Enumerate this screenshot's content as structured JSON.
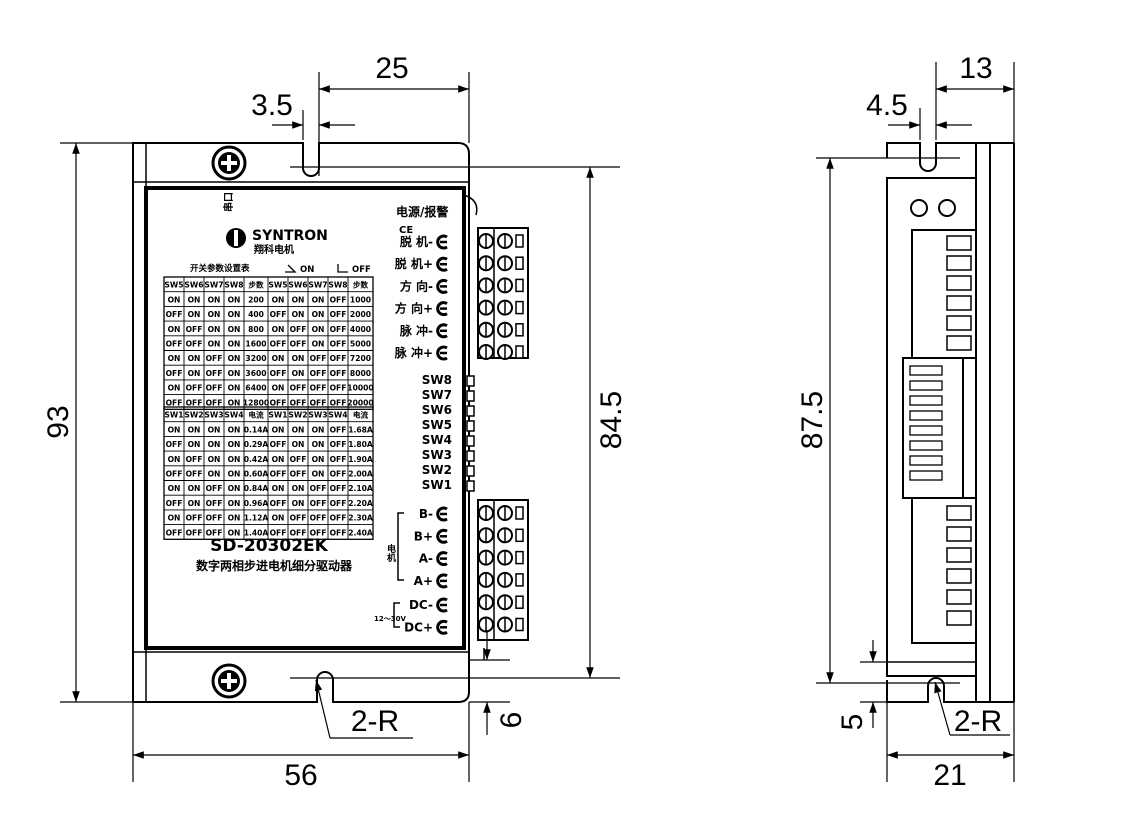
{
  "dimensions": {
    "width_front": "56",
    "slot_offset": "25",
    "slot_width": "3.5",
    "height_total": "93",
    "hole_spacing": "84.5",
    "radius_front": "2-R",
    "flange_front": "6",
    "side_depth": "13",
    "side_slot": "4.5",
    "side_hole_spacing": "87.5",
    "side_offset": "5",
    "radius_side": "2-R",
    "side_width": "21"
  },
  "label": {
    "port_name": "串口",
    "brand": "SYNTRON",
    "brand_sub": "翔科电机",
    "power_alarm": "电源/报警",
    "ce": "CE",
    "model": "SD-20302EK",
    "description": "数字两相步进电机细分驱动器",
    "motor_group": "电机",
    "supply_range": "12～30V",
    "control_terminals": [
      "脱 机-",
      "脱 机+",
      "方 向-",
      "方 向+",
      "脉 冲-",
      "脉 冲+"
    ],
    "dip_switches": [
      "SW8",
      "SW7",
      "SW6",
      "SW5",
      "SW4",
      "SW3",
      "SW2",
      "SW1"
    ],
    "motor_terminals": [
      "B-",
      "B+",
      "A-",
      "A+"
    ],
    "power_terminals": [
      "DC-",
      "DC+"
    ]
  },
  "step_table": {
    "title": "开关参数设置表",
    "legend_on": "ON",
    "legend_off": "OFF",
    "headers": [
      "SW5",
      "SW6",
      "SW7",
      "SW8",
      "步数",
      "SW5",
      "SW6",
      "SW7",
      "SW8",
      "步数"
    ],
    "rows": [
      [
        "ON",
        "ON",
        "ON",
        "ON",
        "200",
        "ON",
        "ON",
        "ON",
        "OFF",
        "1000"
      ],
      [
        "OFF",
        "ON",
        "ON",
        "ON",
        "400",
        "OFF",
        "ON",
        "ON",
        "OFF",
        "2000"
      ],
      [
        "ON",
        "OFF",
        "ON",
        "ON",
        "800",
        "ON",
        "OFF",
        "ON",
        "OFF",
        "4000"
      ],
      [
        "OFF",
        "OFF",
        "ON",
        "ON",
        "1600",
        "OFF",
        "OFF",
        "ON",
        "OFF",
        "5000"
      ],
      [
        "ON",
        "ON",
        "OFF",
        "ON",
        "3200",
        "ON",
        "ON",
        "OFF",
        "OFF",
        "7200"
      ],
      [
        "OFF",
        "ON",
        "OFF",
        "ON",
        "3600",
        "OFF",
        "ON",
        "OFF",
        "OFF",
        "8000"
      ],
      [
        "ON",
        "OFF",
        "OFF",
        "ON",
        "6400",
        "ON",
        "OFF",
        "OFF",
        "OFF",
        "10000"
      ],
      [
        "OFF",
        "OFF",
        "OFF",
        "ON",
        "12800",
        "OFF",
        "OFF",
        "OFF",
        "OFF",
        "20000"
      ]
    ]
  },
  "current_table": {
    "headers": [
      "SW1",
      "SW2",
      "SW3",
      "SW4",
      "电流",
      "SW1",
      "SW2",
      "SW3",
      "SW4",
      "电流"
    ],
    "rows": [
      [
        "ON",
        "ON",
        "ON",
        "ON",
        "0.14A",
        "ON",
        "ON",
        "ON",
        "OFF",
        "1.68A"
      ],
      [
        "OFF",
        "ON",
        "ON",
        "ON",
        "0.29A",
        "OFF",
        "ON",
        "ON",
        "OFF",
        "1.80A"
      ],
      [
        "ON",
        "OFF",
        "ON",
        "ON",
        "0.42A",
        "ON",
        "OFF",
        "ON",
        "OFF",
        "1.90A"
      ],
      [
        "OFF",
        "OFF",
        "ON",
        "ON",
        "0.60A",
        "OFF",
        "OFF",
        "ON",
        "OFF",
        "2.00A"
      ],
      [
        "ON",
        "ON",
        "OFF",
        "ON",
        "0.84A",
        "ON",
        "ON",
        "OFF",
        "OFF",
        "2.10A"
      ],
      [
        "OFF",
        "ON",
        "OFF",
        "ON",
        "0.96A",
        "OFF",
        "ON",
        "OFF",
        "OFF",
        "2.20A"
      ],
      [
        "ON",
        "OFF",
        "OFF",
        "ON",
        "1.12A",
        "ON",
        "OFF",
        "OFF",
        "OFF",
        "2.30A"
      ],
      [
        "OFF",
        "OFF",
        "OFF",
        "ON",
        "1.40A",
        "OFF",
        "OFF",
        "OFF",
        "OFF",
        "2.40A"
      ]
    ]
  }
}
